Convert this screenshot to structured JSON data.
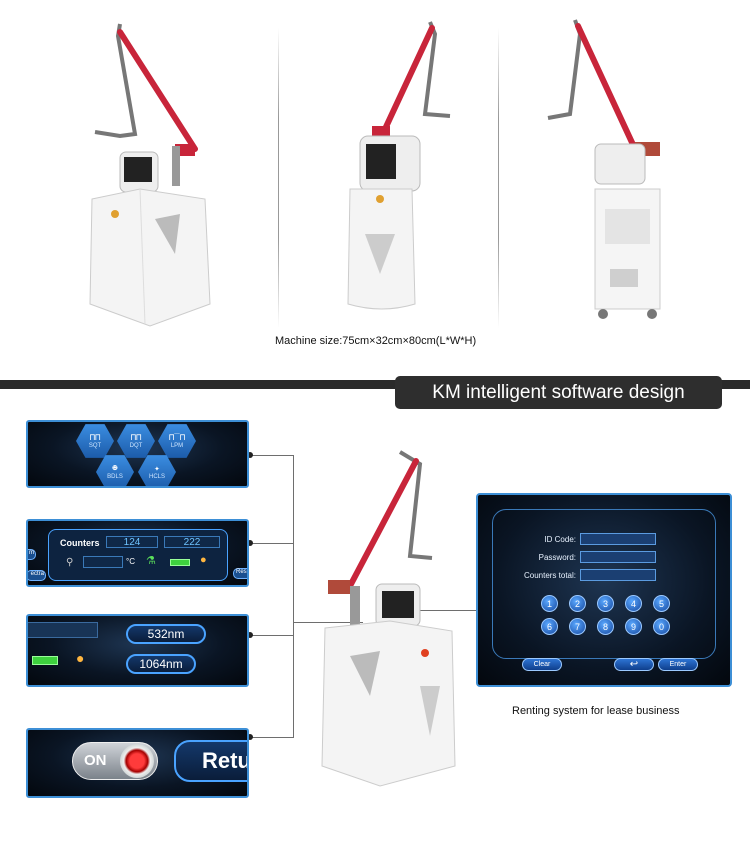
{
  "machine_caption": "Machine size:75cm×32cm×80cm(L*W*H)",
  "section_title": "KM intelligent software design",
  "modes": {
    "sqt": "SQT",
    "dqt": "DQT",
    "lpm": "LPM",
    "bdls": "BDLS",
    "hcls": "HCLS"
  },
  "counters_panel": {
    "label": "Counters",
    "value1": "124",
    "value2": "222",
    "temp_unit": "°C",
    "side_left": "m",
    "side_left2": "ectra",
    "side_right": "Res"
  },
  "wavelengths": {
    "w1": "532nm",
    "w2": "1064nm"
  },
  "switch_panel": {
    "on_label": "ON",
    "return_label": "Retu"
  },
  "rent_panel": {
    "id_label": "ID Code:",
    "password_label": "Password:",
    "counters_label": "Counters total:",
    "keys": [
      "1",
      "2",
      "3",
      "4",
      "5",
      "6",
      "7",
      "8",
      "9",
      "0"
    ],
    "clear_label": "Clear",
    "enter_label": "Enter"
  },
  "rent_caption": "Renting system for lease business",
  "colors": {
    "accent_blue": "#3d8fd6",
    "arm_red": "#c8253a",
    "band_dark": "#2e2e2e"
  }
}
